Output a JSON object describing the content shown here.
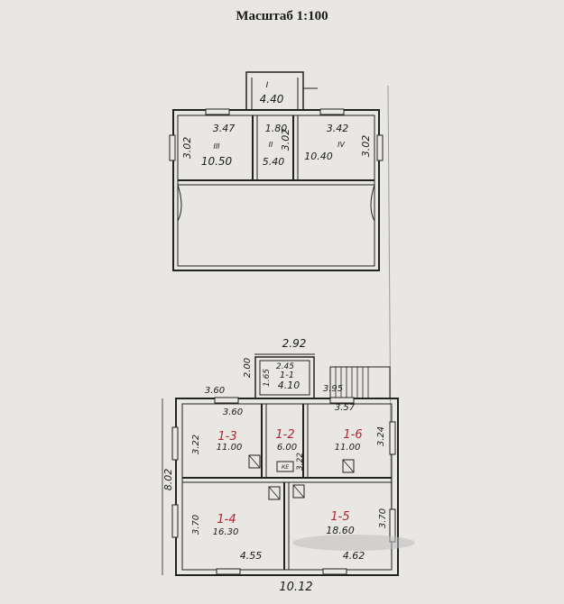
{
  "title": "Масштаб 1:100",
  "upper_floor": {
    "porch": {
      "label": "I",
      "area": "4.40"
    },
    "rooms": [
      {
        "width": "3.47",
        "number": "III",
        "area": "10.50",
        "depth": "3.02"
      },
      {
        "width": "1.80",
        "number": "II",
        "area": "5.40",
        "depth": "3.02"
      },
      {
        "width": "3.42",
        "number": "IV",
        "area": "10.40",
        "depth": "3.02"
      }
    ]
  },
  "lower_floor": {
    "porch": {
      "top_width": "2.92",
      "height": "2.00",
      "inner_width": "2.45",
      "inner_depth": "1.65",
      "number": "1-1",
      "area": "4.10"
    },
    "dims": {
      "left_top": "3.60",
      "right_top": "3.95",
      "left_side": "8.02",
      "bottom": "10.12"
    },
    "rooms": [
      {
        "number": "1-3",
        "area": "11.00",
        "width": "3.60",
        "depth": "3.22"
      },
      {
        "number": "1-2",
        "area": "6.00",
        "depth": "3.22",
        "label": "КЕ"
      },
      {
        "number": "1-6",
        "area": "11.00",
        "width": "3.57",
        "depth": "3.24"
      },
      {
        "number": "1-4",
        "area": "16.30",
        "width": "4.55",
        "depth": "3.70"
      },
      {
        "number": "1-5",
        "area": "18.60",
        "width": "4.62",
        "depth": "3.70"
      }
    ]
  }
}
